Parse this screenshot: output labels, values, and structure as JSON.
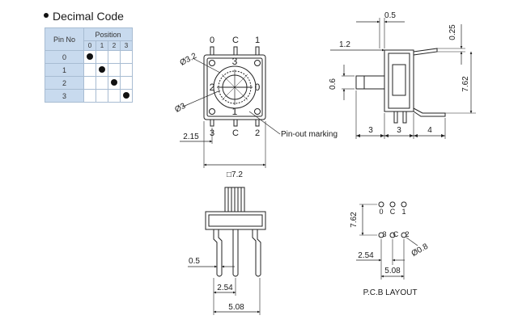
{
  "decimal_code": {
    "title": "Decimal Code",
    "pin_no_label": "Pin  No",
    "position_label": "Position",
    "positions": [
      "0",
      "1",
      "2",
      "3"
    ],
    "rows": [
      {
        "pin": "0",
        "filled": [
          true,
          false,
          false,
          false
        ]
      },
      {
        "pin": "1",
        "filled": [
          false,
          true,
          false,
          false
        ]
      },
      {
        "pin": "2",
        "filled": [
          false,
          false,
          true,
          false
        ]
      },
      {
        "pin": "3",
        "filled": [
          false,
          false,
          false,
          true
        ]
      }
    ]
  },
  "top_view": {
    "pins_top": [
      "0",
      "C",
      "1"
    ],
    "pins_bottom": [
      "3",
      "C",
      "2"
    ],
    "dial_numbers": [
      "3",
      "2",
      "1",
      "0"
    ],
    "dim_outer_dia": "Ø3.2",
    "dim_inner_dia": "Ø3",
    "dim_side": "2.15",
    "dim_square": "□7.2",
    "pinout_label": "Pin-out marking"
  },
  "side_view": {
    "dim_top_gap": "0.5",
    "dim_top_height": "0.25",
    "dim_lead": "1.2",
    "dim_shaft": "0.6",
    "dim_height": "7.62",
    "dim_b1": "3",
    "dim_b2": "3",
    "dim_b3": "4"
  },
  "front_view": {
    "dim_pin_width": "0.5",
    "dim_pitch_1": "2.54",
    "dim_pitch_2": "5.08"
  },
  "pcb_layout": {
    "pins_top": [
      "0",
      "C",
      "1"
    ],
    "pins_bottom": [
      "3",
      "C",
      "2"
    ],
    "dim_vertical": "7.62",
    "dim_horizontal_1": "2.54",
    "dim_horizontal_2": "5.08",
    "dim_hole": "Ø0.8",
    "caption": "P.C.B LAYOUT"
  }
}
